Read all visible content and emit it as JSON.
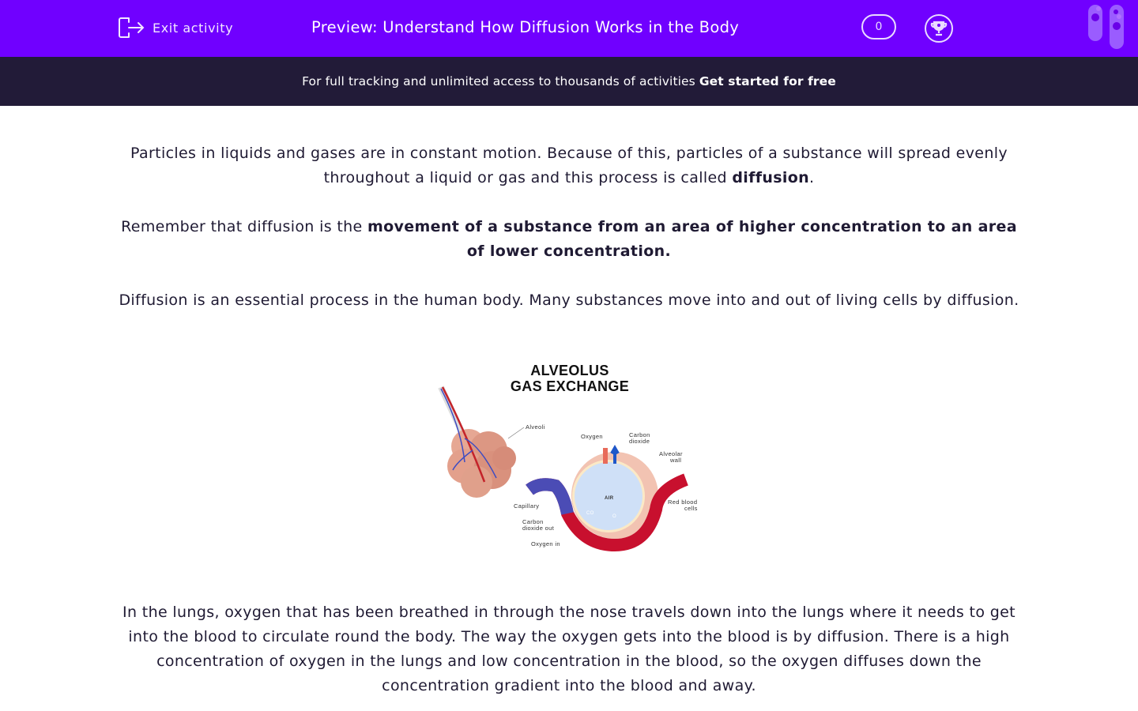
{
  "header": {
    "exit_label": "Exit activity",
    "title": "Preview: Understand How Diffusion Works in the Body",
    "score": "0",
    "icons": [
      "exit-icon",
      "trophy-icon",
      "test-tubes-logo"
    ],
    "color": "#7000ff"
  },
  "banner": {
    "text": "For full tracking and unlimited access to thousands of activities",
    "cta": "Get started for free",
    "color": "#221b38"
  },
  "content": {
    "p1a": "Particles in liquids and gases are in constant motion. Because of this, particles of a substance will spread evenly throughout a liquid or gas and this process is called ",
    "p1b": "diffusion",
    "p1c": ".",
    "p2a": "Remember that diffusion is the ",
    "p2b": "movement of a substance from an area of higher concentration to an area of lower concentration.",
    "p3": "Diffusion is an essential process in the human body. Many substances move into and out of living cells by diffusion.",
    "p4": "In the lungs, oxygen that has been breathed in through the nose travels down into the lungs where it needs to get into the blood to circulate round the body. The way the oxygen gets into the blood is by diffusion. There is a high concentration of oxygen in the lungs and low concentration in the blood, so the oxygen diffuses down the concentration gradient into the blood and away."
  },
  "diagram": {
    "title1": "ALVEOLUS",
    "title2": "GAS EXCHANGE",
    "alveoli": "Alveoli",
    "oxygen": "Oxygen",
    "co2a": "Carbon",
    "co2b": "dioxide",
    "walla": "Alveolar",
    "wallb": "wall",
    "air": "AIR",
    "capillary": "Capillary",
    "rbca": "Red blood",
    "rbcb": "cells",
    "outa": "Carbon",
    "outb": "dioxide out",
    "oin": "Oxygen in",
    "co2sym": "CO",
    "o2sym": "O"
  }
}
